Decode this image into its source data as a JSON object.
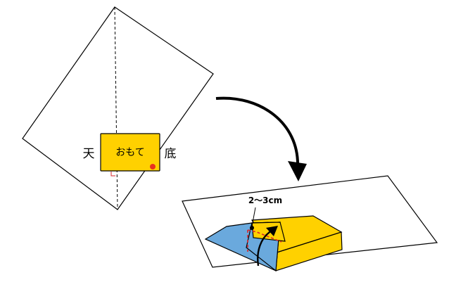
{
  "labels": {
    "top_side": "天",
    "bottom_side": "底",
    "box_face": "おもて",
    "fold_distance": "2～3cm"
  },
  "colors": {
    "box_yellow": "#FFD100",
    "wrap_blue": "#6AA9DD",
    "marker_red": "#E8321E",
    "dash_red": "#D9262B",
    "line": "#000000"
  }
}
